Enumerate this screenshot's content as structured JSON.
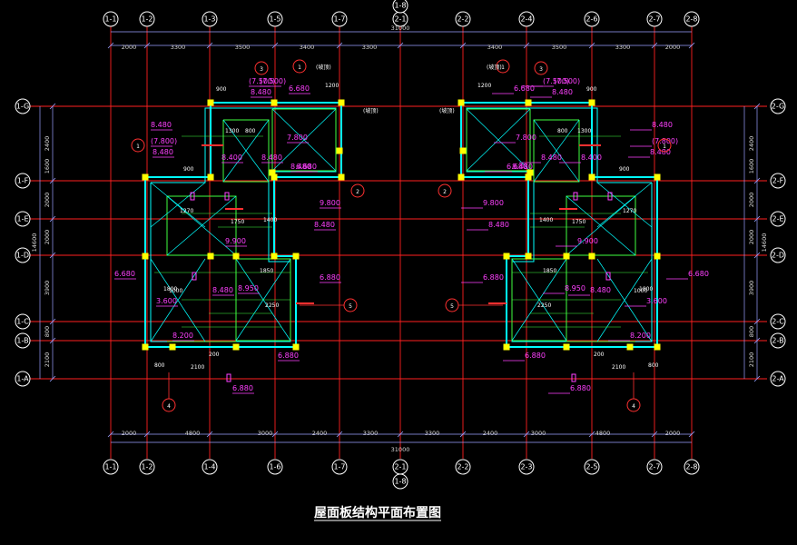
{
  "title": "屋面板结构平面布置图",
  "colors": {
    "background": "#000000",
    "axis": "#ff2020",
    "dimension": "#9aa0ff",
    "wall": "#00ffff",
    "beam": "#40ff40",
    "elevation": "#ff40ff",
    "column": "#ffff00",
    "text": "#ffffff"
  },
  "grid_x": {
    "top": [
      "1-1",
      "1-2",
      "1-3",
      "1-5",
      "1-7",
      "2-1",
      "2-2",
      "2-4",
      "2-6",
      "2-7",
      "2-8"
    ],
    "top_sub": "1-8",
    "bottom": [
      "1-1",
      "1-2",
      "1-4",
      "1-6",
      "1-7",
      "2-1",
      "2-2",
      "2-3",
      "2-5",
      "2-7",
      "2-8"
    ],
    "bottom_sub": "1-8"
  },
  "grid_y": {
    "left": [
      "1-G",
      "1-F",
      "1-E",
      "1-D",
      "1-C",
      "1-B",
      "1-A"
    ],
    "right": [
      "2-G",
      "2-F",
      "2-E",
      "2-D",
      "2-C",
      "2-B",
      "2-A"
    ]
  },
  "dims": {
    "top_total": "31000",
    "top": [
      "2000",
      "3300",
      "3500",
      "3400",
      "3300",
      "3400",
      "3500",
      "3300",
      "2000"
    ],
    "bottom_total": "31000",
    "bottom": [
      "2000",
      "4800",
      "3000",
      "2400",
      "3300",
      "3300",
      "2400",
      "3000",
      "4800",
      "2000"
    ],
    "left_total": "14600",
    "left": [
      "2400",
      "1600",
      "2000",
      "2000",
      "3900",
      "800",
      "2100"
    ],
    "right_total": "14600",
    "right": [
      "2400",
      "1600",
      "2000",
      "2000",
      "3900",
      "800",
      "2100"
    ]
  },
  "elevations": {
    "left": [
      "(7.500)",
      "6.680",
      "8.480",
      "(7.500)",
      "8.480",
      "(7.800)",
      "8.480",
      "7.800",
      "8.480",
      "8.400",
      "8.480",
      "6.680",
      "9.800",
      "8.480",
      "9.900",
      "6.680",
      "6.880",
      "8.950",
      "8.480",
      "3.600",
      "8.200",
      "6.880",
      "6.880"
    ],
    "right": [
      "(7.500)",
      "6.680",
      "8.480",
      "(7.500)",
      "8.480",
      "(7.800)",
      "8.480",
      "7.800",
      "8.480",
      "8.400",
      "8.480",
      "6.680",
      "9.800",
      "8.480",
      "9.900",
      "6.680",
      "6.880",
      "8.950",
      "8.480",
      "3.600",
      "8.200",
      "6.880",
      "6.880"
    ]
  },
  "section_marks": [
    "1",
    "3",
    "2",
    "2",
    "4",
    "5",
    "1",
    "3",
    "2",
    "2",
    "4",
    "5"
  ],
  "tags": [
    "(坡顶)",
    "(坡顶)",
    "(坡顶)",
    "(坡顶)"
  ]
}
